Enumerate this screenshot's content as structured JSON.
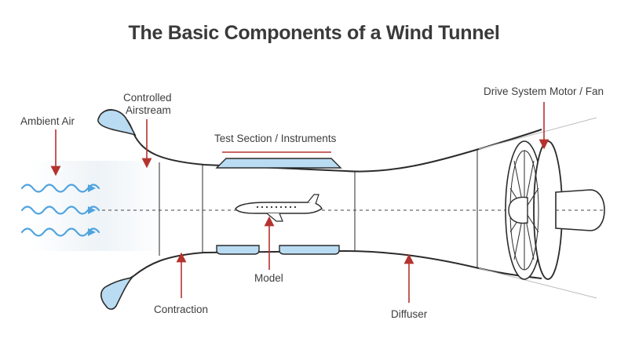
{
  "title": "The Basic Components of a Wind Tunnel",
  "labels": {
    "ambient_air": "Ambient Air",
    "controlled_airstream_line1": "Controlled",
    "controlled_airstream_line2": "Airstream",
    "test_section": "Test Section / Instruments",
    "drive_system": "Drive System Motor / Fan",
    "model": "Model",
    "contraction": "Contraction",
    "diffuser": "Diffuser"
  },
  "colors": {
    "outline": "#2b2b2b",
    "accent_blue": "#4fa3df",
    "fill_blue": "#b9dcf2",
    "arrow_red": "#b5332e",
    "text": "#3d3d3d"
  }
}
